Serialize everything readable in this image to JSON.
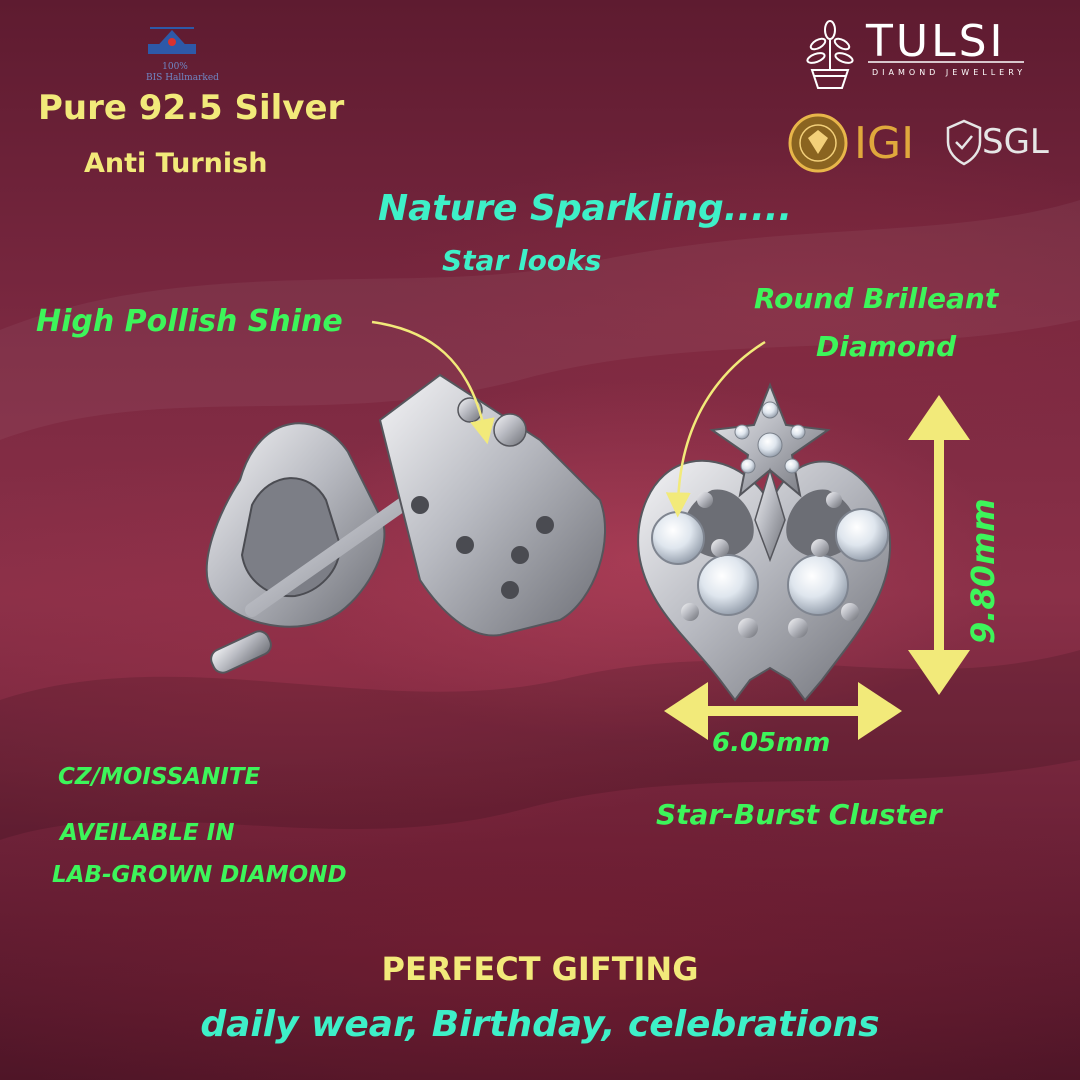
{
  "badges": {
    "bis_line1": "100%",
    "bis_line2": "BIS Hallmarked"
  },
  "brand": {
    "name": "TULSI",
    "tagline": "DIAMOND JEWELLERY",
    "cert_1": "IGI",
    "cert_2": "SGL"
  },
  "headline": {
    "material": "Pure 92.5 Silver",
    "finish": "Anti Turnish"
  },
  "features": {
    "sparkle": "Nature Sparkling.....",
    "sparkle_sub": "Star looks",
    "polish": "High Pollish Shine",
    "diamond_line1": "Round Brilleant",
    "diamond_line2": "Diamond",
    "cluster": "Star-Burst Cluster"
  },
  "dimensions": {
    "height": "9.80mm",
    "width": "6.05mm"
  },
  "availability": {
    "stone": "CZ/MOISSANITE",
    "line1": "AVEILABLE IN",
    "line2": "LAB-GROWN DIAMOND"
  },
  "footer": {
    "title": "PERFECT GIFTING",
    "occasions": "daily wear, Birthday, celebrations"
  },
  "colors": {
    "yellow": "#f2ea7a",
    "green": "#3df55a",
    "teal": "#3ef0c8",
    "background": "#7a2840"
  }
}
